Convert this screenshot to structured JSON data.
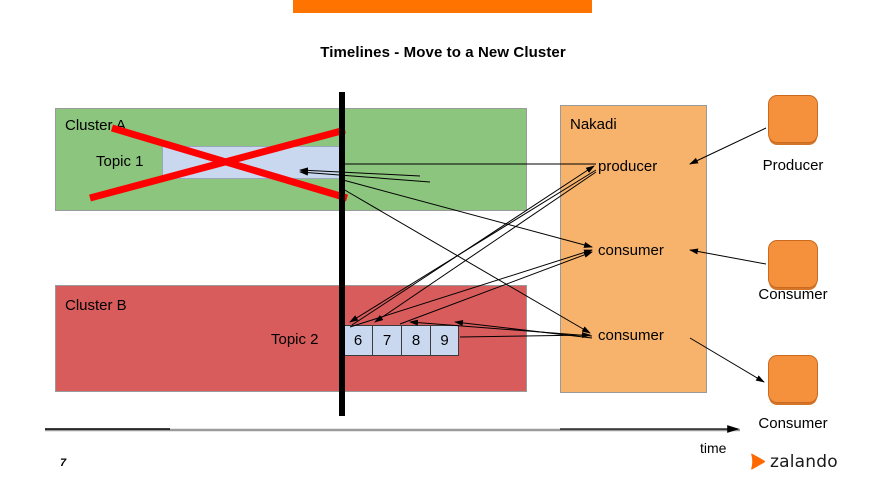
{
  "slide": {
    "title": "Timelines - Move to a New Cluster",
    "page_number": "7",
    "accent_color": "#FF7300"
  },
  "clusters": [
    {
      "id": "cluster-a",
      "label": "Cluster A",
      "color": "#8CC57D",
      "status": "crossed-out",
      "topic": {
        "label": "Topic 1",
        "color": "#C9D8EF",
        "cells": []
      }
    },
    {
      "id": "cluster-b",
      "label": "Cluster B",
      "color": "#D95C5C",
      "status": "active",
      "topic": {
        "label": "Topic 2",
        "color": "#C9D8EF",
        "cells": [
          "6",
          "7",
          "8",
          "9"
        ]
      }
    }
  ],
  "nakadi": {
    "label": "Nakadi",
    "color": "#F7B26B",
    "roles": [
      {
        "id": "producer",
        "label": "producer"
      },
      {
        "id": "consumer-1",
        "label": "consumer"
      },
      {
        "id": "consumer-2",
        "label": "consumer"
      }
    ]
  },
  "actors": [
    {
      "id": "producer",
      "label": "Producer",
      "color": "#F5903C"
    },
    {
      "id": "consumer-1",
      "label": "Consumer",
      "color": "#F5903C"
    },
    {
      "id": "consumer-2",
      "label": "Consumer",
      "color": "#F5903C"
    }
  ],
  "axis": {
    "label": "time",
    "now_marker_color": "#000000"
  },
  "branding": {
    "name": "zalando",
    "mark_color": "#FF6900"
  },
  "annotations": {
    "cross_out_color": "#FF0000"
  }
}
